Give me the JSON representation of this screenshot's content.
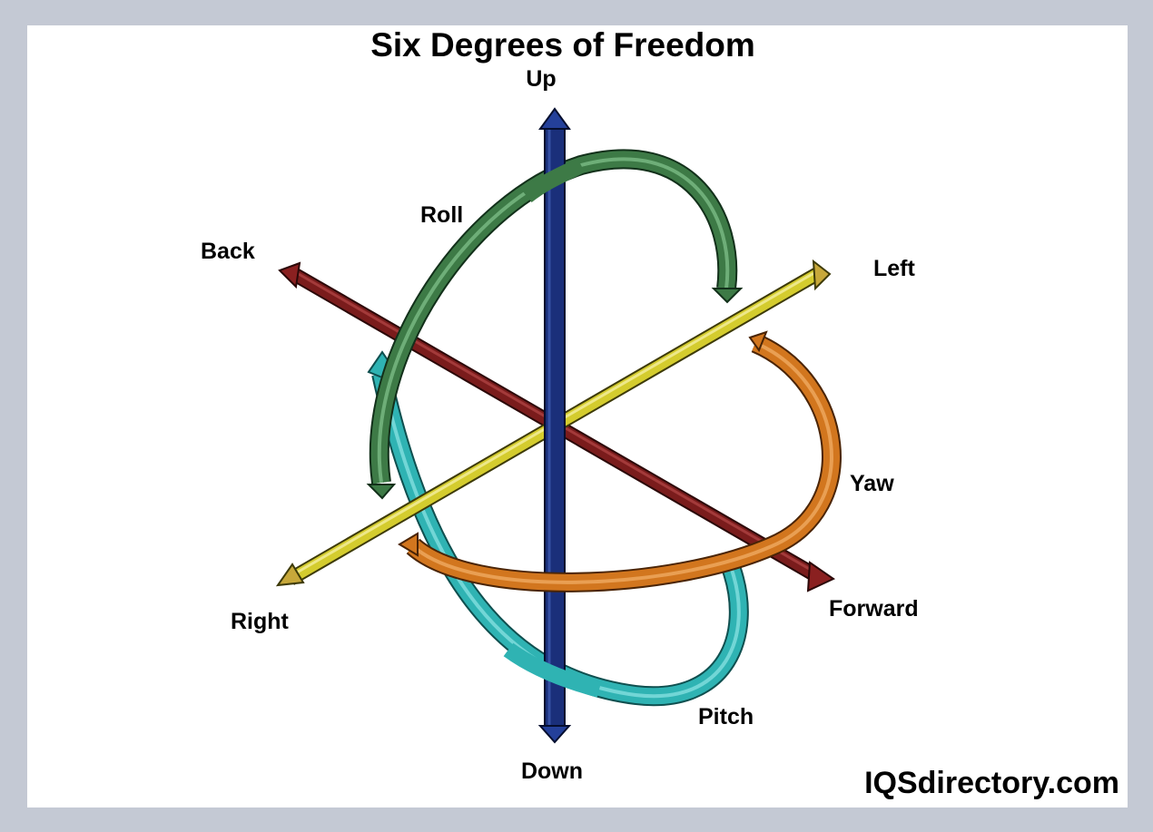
{
  "title": "Six Degrees of Freedom",
  "labels": {
    "up": "Up",
    "down": "Down",
    "left": "Left",
    "right": "Right",
    "forward": "Forward",
    "back": "Back",
    "roll": "Roll",
    "pitch": "Pitch",
    "yaw": "Yaw"
  },
  "watermark": "IQSdirectory.com",
  "colors": {
    "up_down_axis": "#1a2f7a",
    "left_right_axis": "#d4cc2e",
    "forward_back_axis": "#7a1c1c",
    "roll_arc": "#3d7a46",
    "pitch_arc": "#2fb3b3",
    "yaw_arc": "#d2761e",
    "frame": "#c4c9d4"
  }
}
